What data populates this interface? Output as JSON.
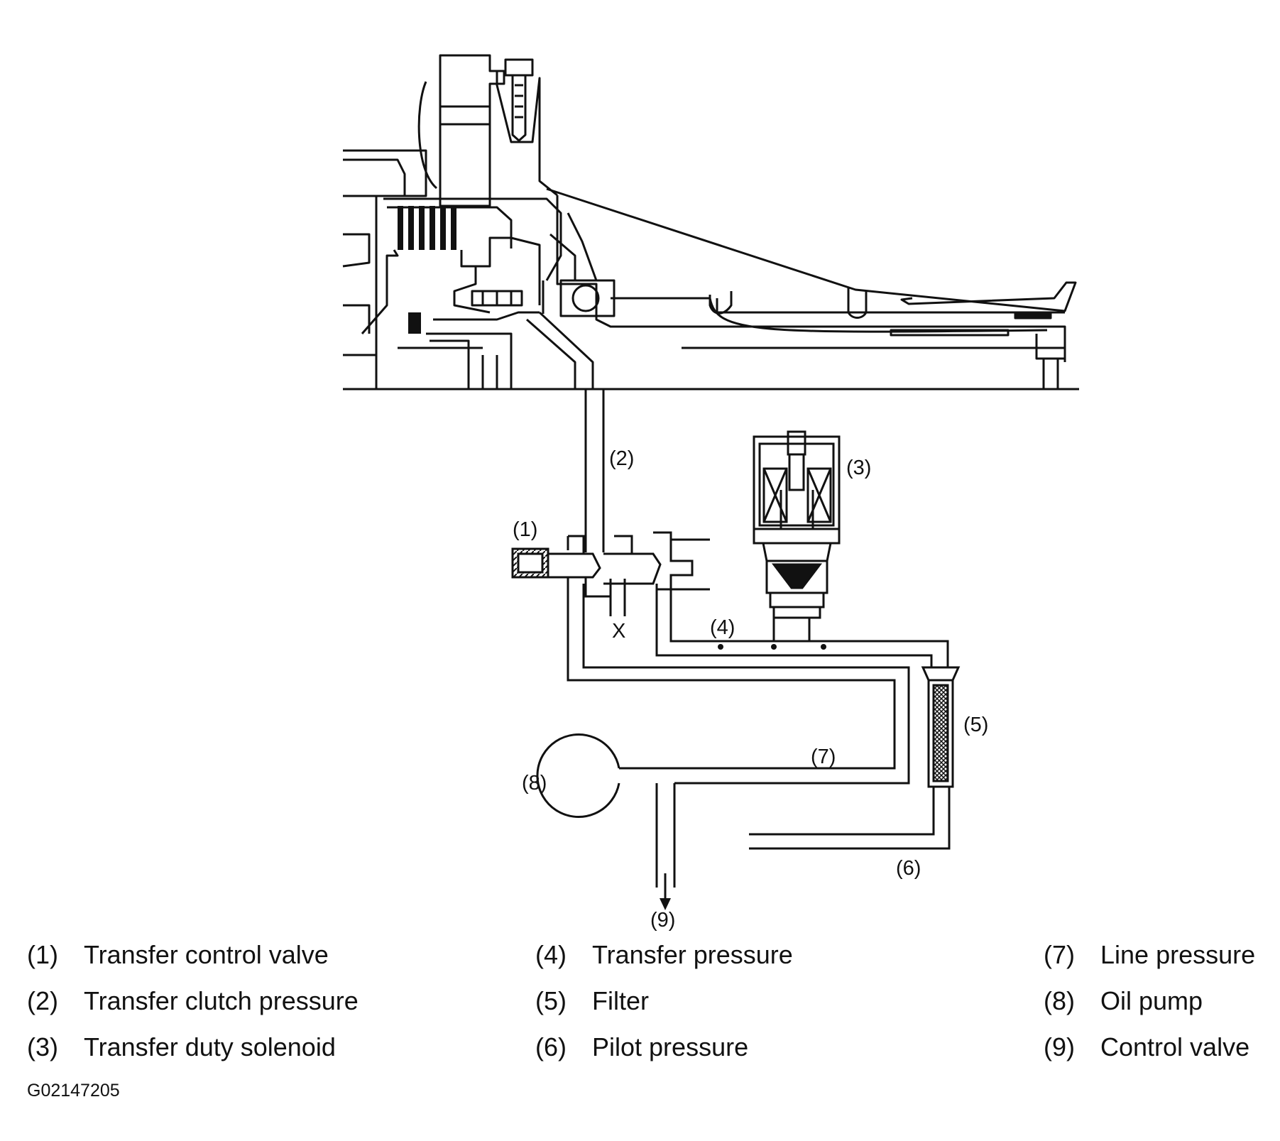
{
  "callouts": {
    "c1": "(1)",
    "c2": "(2)",
    "c3": "(3)",
    "c4": "(4)",
    "c5": "(5)",
    "c6": "(6)",
    "c7": "(7)",
    "c8": "(8)",
    "c9": "(9)",
    "x": "X"
  },
  "legend": [
    {
      "num": "(1)",
      "text": "Transfer control valve"
    },
    {
      "num": "(2)",
      "text": "Transfer clutch pressure"
    },
    {
      "num": "(3)",
      "text": "Transfer duty solenoid"
    },
    {
      "num": "(4)",
      "text": "Transfer pressure"
    },
    {
      "num": "(5)",
      "text": "Filter"
    },
    {
      "num": "(6)",
      "text": "Pilot pressure"
    },
    {
      "num": "(7)",
      "text": "Line pressure"
    },
    {
      "num": "(8)",
      "text": "Oil pump"
    },
    {
      "num": "(9)",
      "text": "Control valve"
    }
  ],
  "figure_code": "G02147205"
}
